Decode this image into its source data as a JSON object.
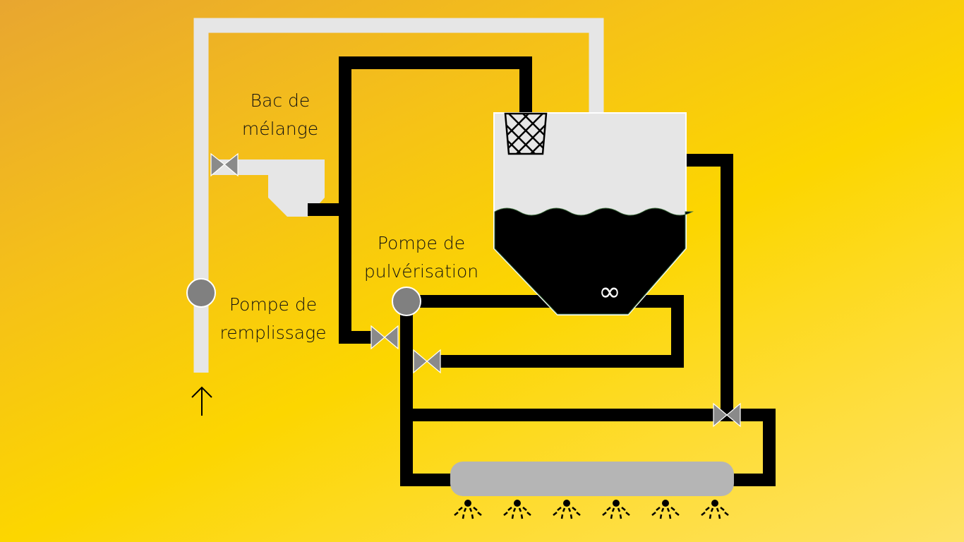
{
  "labels": {
    "mixing_tank": [
      "Bac de",
      "mélange"
    ],
    "spray_pump": [
      "Pompe de",
      "pulvérisation"
    ],
    "fill_pump": [
      "Pompe de",
      "remplissage"
    ]
  },
  "colors": {
    "clean_water_pipe": "#e6e6e6",
    "mixture_pipe": "#000000",
    "valve": "#8a8a8a",
    "pump": "#808080",
    "spray_boom": "#b5b5b5",
    "tank_top": "#e6e6e6"
  },
  "icons": [
    "valve-icon",
    "pump-icon",
    "filter-basket-icon",
    "agitator-icon",
    "nozzle-icon",
    "up-arrow-icon"
  ],
  "nozzle_count": 6
}
